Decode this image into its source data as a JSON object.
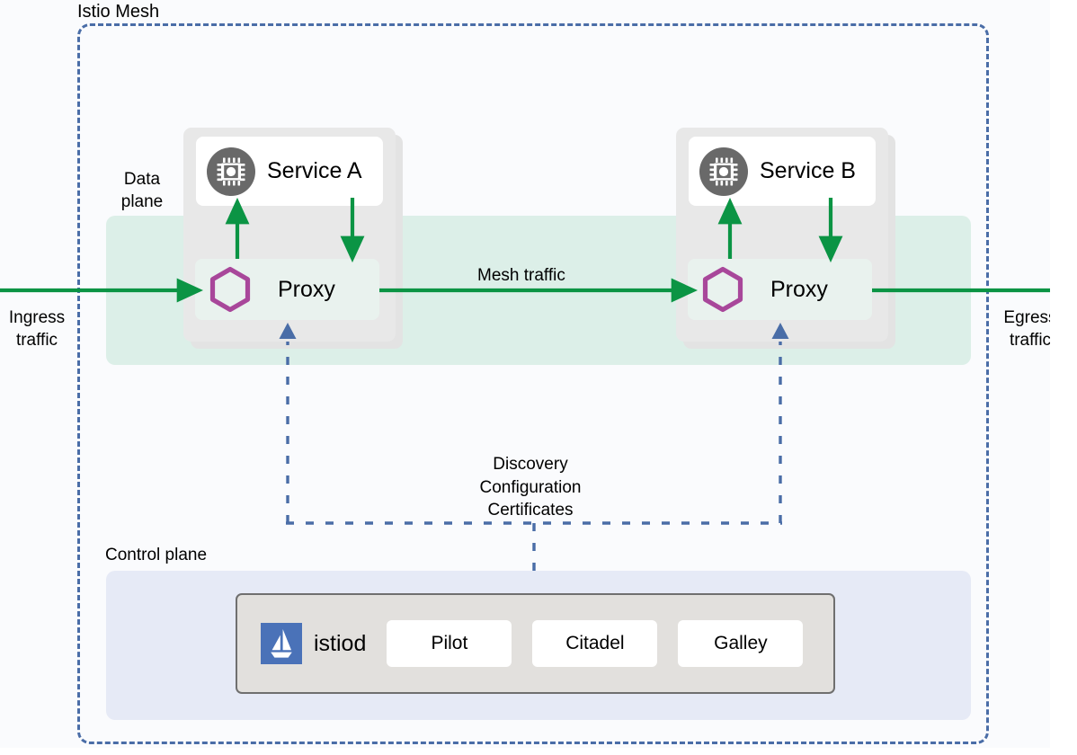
{
  "diagram": {
    "title": "Istio Mesh",
    "mesh_border_color": "#4a6da7",
    "dataplane_band_color": "#dcefe8",
    "controlplane_band_color": "#e6eaf6",
    "traffic_arrow_color": "#0b9444",
    "control_arrow_color": "#4a6da7",
    "hexagon_color": "#a8479a",
    "chip_circle_color": "#696969",
    "istio_logo_color": "#4a72b8"
  },
  "labels": {
    "data_plane": "Data plane",
    "control_plane": "Control plane",
    "ingress_traffic": "Ingress traffic",
    "egress_traffic": "Egress traffic",
    "mesh_traffic": "Mesh traffic",
    "discovery": "Discovery Configuration Certificates"
  },
  "pods": [
    {
      "service_name": "Service A",
      "proxy_name": "Proxy",
      "service_icon": "chip-icon",
      "proxy_icon": "hexagon-icon"
    },
    {
      "service_name": "Service B",
      "proxy_name": "Proxy",
      "service_icon": "chip-icon",
      "proxy_icon": "hexagon-icon"
    }
  ],
  "control_plane": {
    "brand_label": "istiod",
    "brand_icon": "istio-sail-icon",
    "components": [
      {
        "label": "Pilot"
      },
      {
        "label": "Citadel"
      },
      {
        "label": "Galley"
      }
    ]
  }
}
